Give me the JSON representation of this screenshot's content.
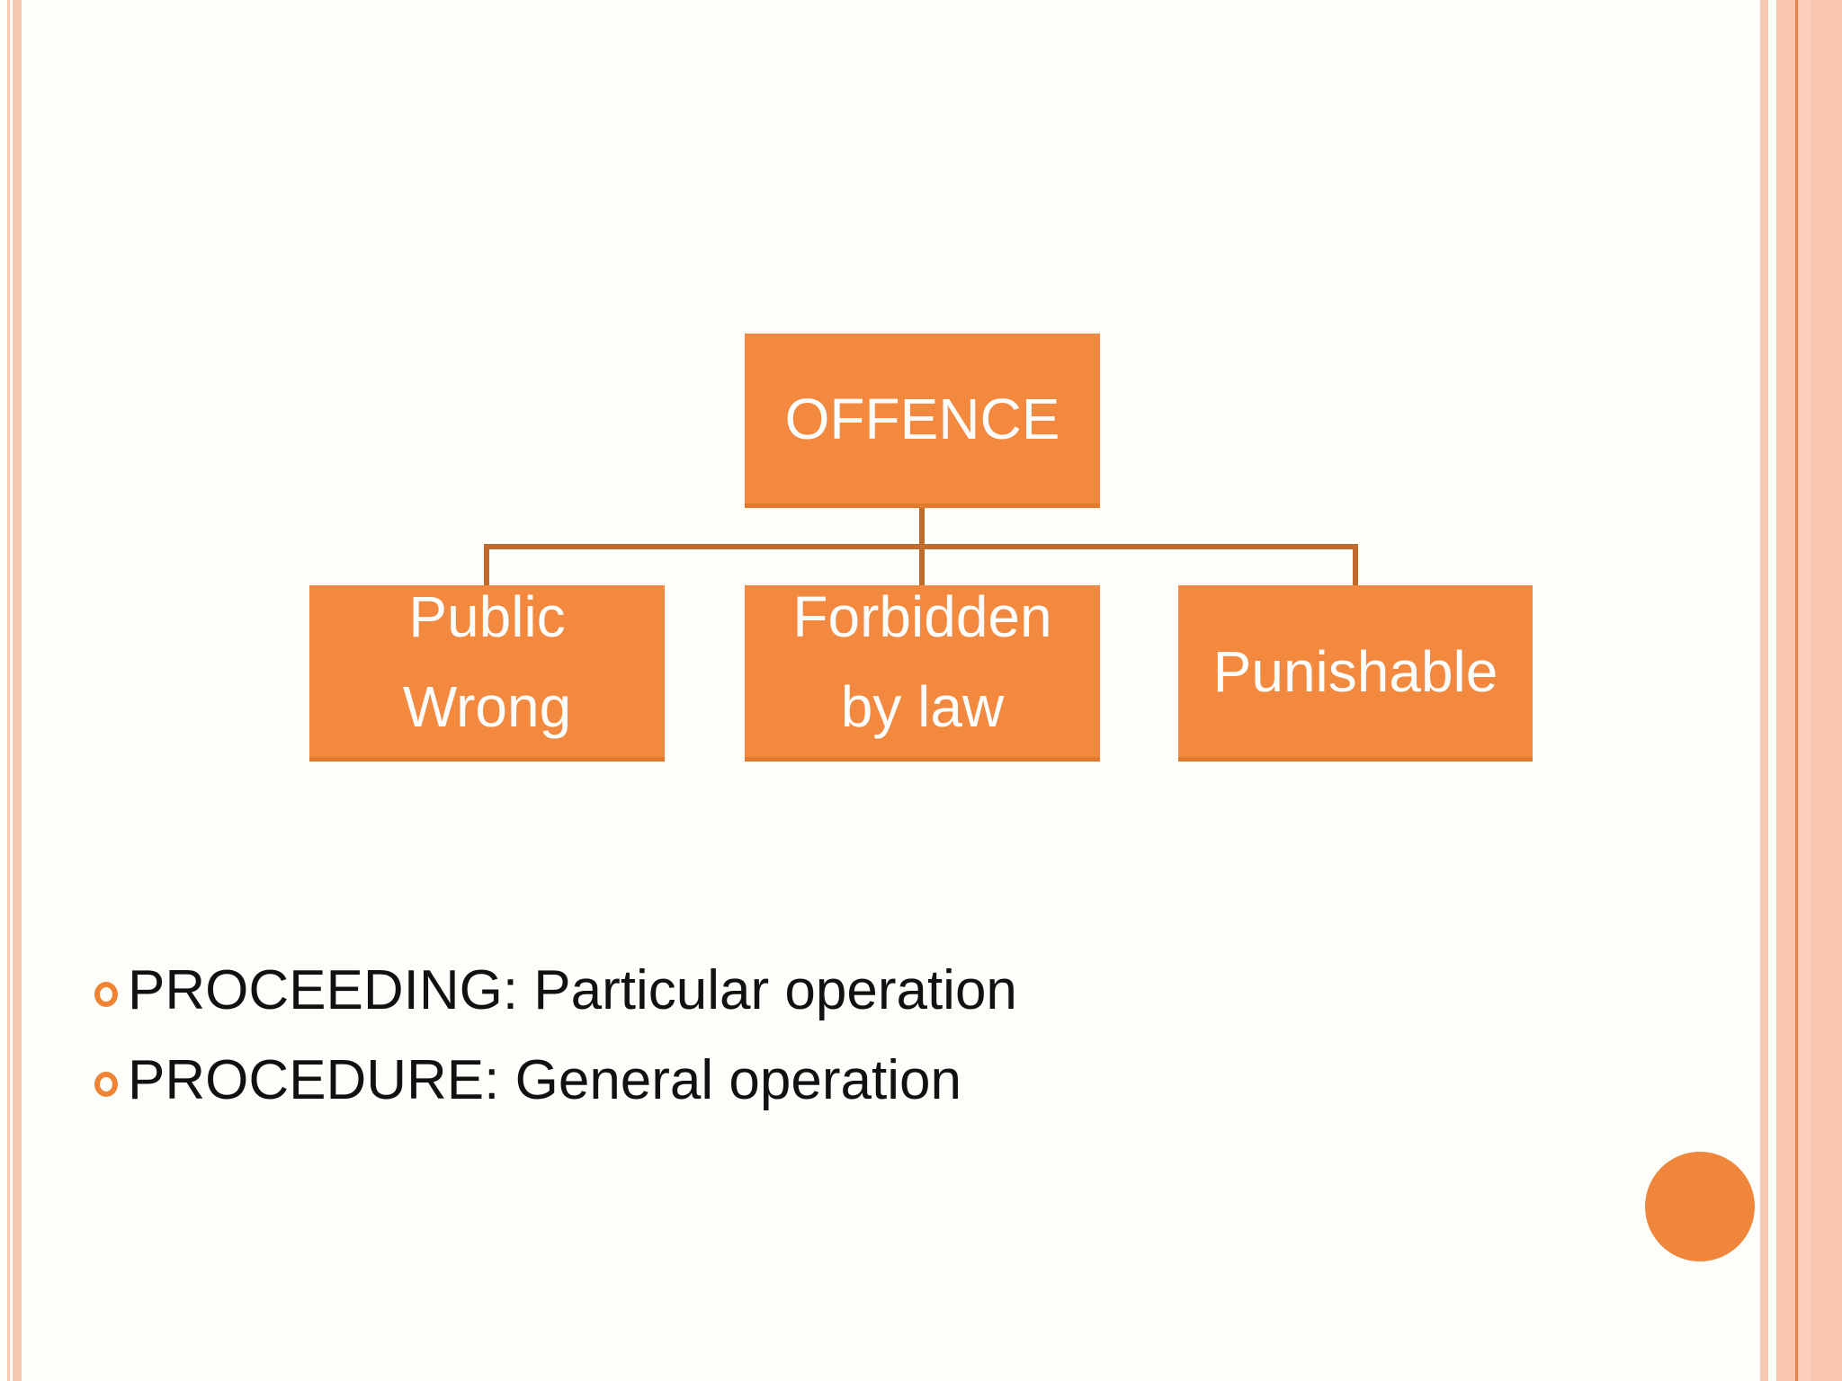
{
  "colors": {
    "background": "#FDFEFA",
    "box_fill": "#F2893E",
    "box_edge": "#E27A2E",
    "connector": "#C2692C",
    "bullet_ring": "#EE8434",
    "circle_fill": "#F0863B",
    "stripe_pink": "#F9C8B3",
    "stripe_peach": "#F8C6AE",
    "stripe_dark_line": "#E0813F",
    "band_light": "#FBCFBA",
    "band_deep": "#F8C5AE",
    "text_dark": "#111111",
    "text_light": "#FDFDFD"
  },
  "diagram": {
    "root": {
      "label": "OFFENCE"
    },
    "children": [
      {
        "lines": [
          "Public",
          "Wrong"
        ]
      },
      {
        "lines": [
          "Forbidden",
          "by law"
        ]
      },
      {
        "lines": [
          "Punishable"
        ]
      }
    ]
  },
  "bullets": [
    {
      "label": "PROCEEDING: Particular operation"
    },
    {
      "label": "PROCEDURE: General operation"
    }
  ]
}
